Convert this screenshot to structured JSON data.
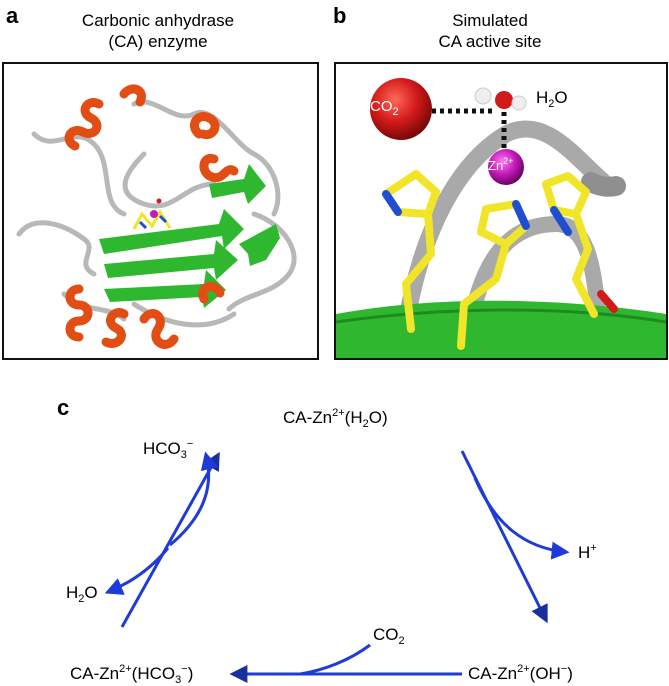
{
  "panels": {
    "a": {
      "letter": "a",
      "caption_line1": "Carbonic anhydrase",
      "caption_line2": "(CA) enzyme"
    },
    "b": {
      "letter": "b",
      "caption_line1": "Simulated",
      "caption_line2": "CA active site",
      "co2": {
        "main": "CO",
        "sub": "2"
      },
      "zn": {
        "main": "Zn",
        "sup": "2+"
      },
      "h2o": {
        "pre": "H",
        "sub": "2",
        "post": "O"
      }
    },
    "c": {
      "letter": "c"
    }
  },
  "cycle": {
    "top": {
      "pre": "CA-Zn",
      "sup": "2+",
      "mid": "(H",
      "sub": "2",
      "post": "O)"
    },
    "proton": {
      "main": "H",
      "sup": "+"
    },
    "right": {
      "pre": "CA-Zn",
      "sup1": "2+",
      "mid": "(OH",
      "sup2": "−",
      "post": ")"
    },
    "co2": {
      "main": "CO",
      "sub": "2"
    },
    "left": {
      "pre": "CA-Zn",
      "sup1": "2+",
      "mid": "(HCO",
      "sub": "3",
      "sup2": "−",
      "post": ")"
    },
    "water": {
      "pre": "H",
      "sub": "2",
      "post": "O"
    },
    "bicarbonate": {
      "pre": "HCO",
      "sub": "3",
      "sup": "−"
    }
  },
  "colors": {
    "arrow": "#1a2f9e",
    "arrow_bright": "#1e3ad8",
    "helix": "#e24d14",
    "sheet": "#2fb82f",
    "coil": "#b8b8b8",
    "histidine": "#f1e52a",
    "nitrogen": "#1f4fd0",
    "zinc": "#c21bb8",
    "co2_sphere": "#d21a1a"
  }
}
